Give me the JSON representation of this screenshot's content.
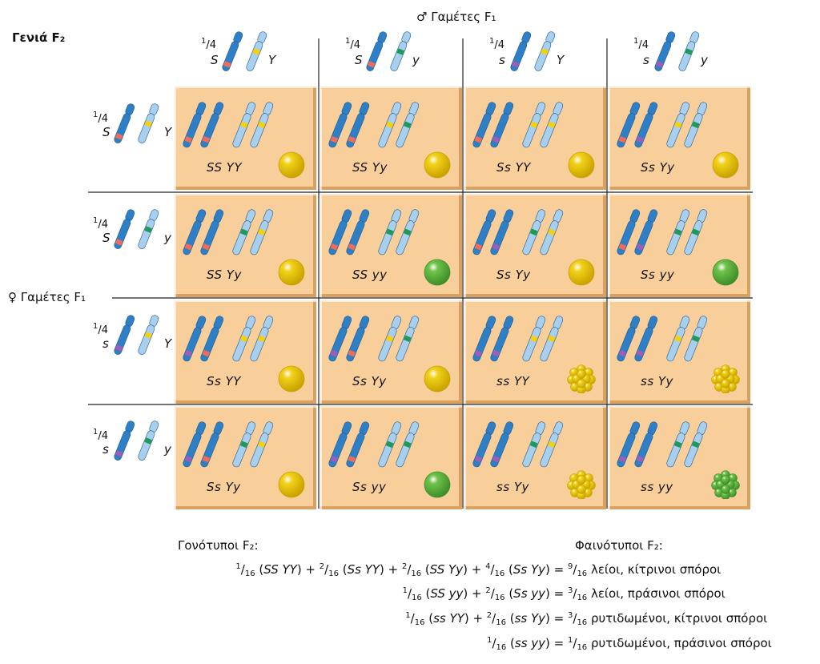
{
  "title": "Γενιά F₂",
  "male_gametes_label": "♂ Γαμέτες F₁",
  "female_gametes_label": "♀ Γαμέτες F₁",
  "columns": [
    {
      "fraction": "1/4",
      "allele1": "S",
      "allele2": "Y"
    },
    {
      "fraction": "1/4",
      "allele1": "S",
      "allele2": "y"
    },
    {
      "fraction": "1/4",
      "allele1": "s",
      "allele2": "Y"
    },
    {
      "fraction": "1/4",
      "allele1": "s",
      "allele2": "y"
    }
  ],
  "rows": [
    {
      "fraction": "1/4",
      "allele1": "S",
      "allele2": "Y"
    },
    {
      "fraction": "1/4",
      "allele1": "S",
      "allele2": "y"
    },
    {
      "fraction": "1/4",
      "allele1": "s",
      "allele2": "Y"
    },
    {
      "fraction": "1/4",
      "allele1": "s",
      "allele2": "y"
    }
  ],
  "cells": [
    [
      {
        "genotype": "SS YY",
        "seed": "smooth-yellow"
      },
      {
        "genotype": "SS Yy",
        "seed": "smooth-yellow"
      },
      {
        "genotype": "Ss YY",
        "seed": "smooth-yellow"
      },
      {
        "genotype": "Ss Yy",
        "seed": "smooth-yellow"
      }
    ],
    [
      {
        "genotype": "SS Yy",
        "seed": "smooth-yellow"
      },
      {
        "genotype": "SS yy",
        "seed": "smooth-green"
      },
      {
        "genotype": "Ss Yy",
        "seed": "smooth-yellow"
      },
      {
        "genotype": "Ss yy",
        "seed": "smooth-green"
      }
    ],
    [
      {
        "genotype": "Ss YY",
        "seed": "smooth-yellow"
      },
      {
        "genotype": "Ss Yy",
        "seed": "smooth-yellow"
      },
      {
        "genotype": "ss YY",
        "seed": "wrinkled-yellow"
      },
      {
        "genotype": "ss Yy",
        "seed": "wrinkled-yellow"
      }
    ],
    [
      {
        "genotype": "Ss Yy",
        "seed": "smooth-yellow"
      },
      {
        "genotype": "Ss yy",
        "seed": "smooth-green"
      },
      {
        "genotype": "ss Yy",
        "seed": "wrinkled-yellow"
      },
      {
        "genotype": "ss yy",
        "seed": "wrinkled-green"
      }
    ]
  ],
  "summary": {
    "genotypes_header": "Γονότυποι F₂:",
    "phenotypes_header": "Φαινότυποι F₂:",
    "lines": [
      {
        "lhs": "1/16 (SS YY) + 2/16 (Ss YY) + 2/16 (SS Yy) + 4/16 (Ss Yy)",
        "rhs": "9/16 λείοι, κίτρινοι σπόροι"
      },
      {
        "lhs": "1/16 (SS yy) + 2/16 (Ss yy)",
        "rhs": "3/16 λείοι, πράσινοι σπόροι"
      },
      {
        "lhs": "1/16 (ss YY) + 2/16 (ss Yy)",
        "rhs": "3/16 ρυτιδωμένοι, κίτρινοι σπόροι"
      },
      {
        "lhs": "1/16 (ss yy)",
        "rhs": "1/16 ρυτιδωμένοι, πράσινοι σπόροι"
      }
    ]
  },
  "colors": {
    "cell_bg": "#f8cf9b",
    "chrom_dark": "#2f7fc7",
    "chrom_light": "#a8d0ee",
    "band_S": "#ef6b5a",
    "band_s": "#9b5fb8",
    "band_Y": "#f4d10a",
    "band_y": "#1e9a58",
    "seed_yellow": "#f2d21a",
    "seed_green": "#6fc24a"
  }
}
